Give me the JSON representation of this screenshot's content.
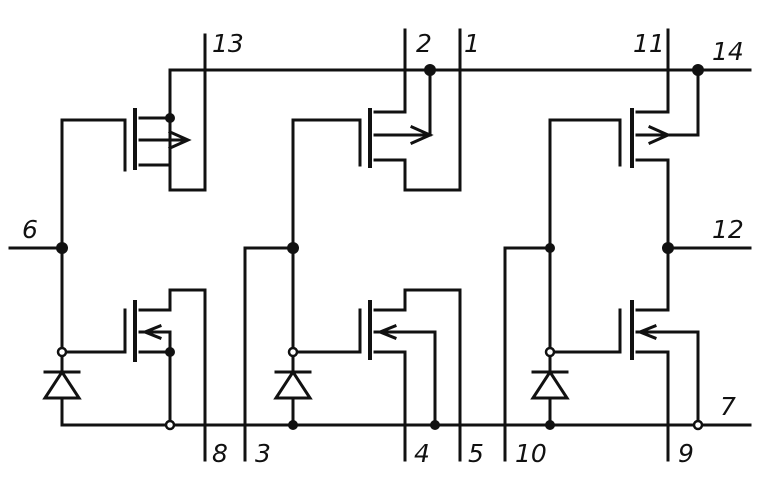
{
  "pin_labels": {
    "p1": "1",
    "p2": "2",
    "p3": "3",
    "p4": "4",
    "p5": "5",
    "p6": "6",
    "p7": "7",
    "p8": "8",
    "p9": "9",
    "p10": "10",
    "p11": "11",
    "p12": "12",
    "p13": "13",
    "p14": "14"
  }
}
